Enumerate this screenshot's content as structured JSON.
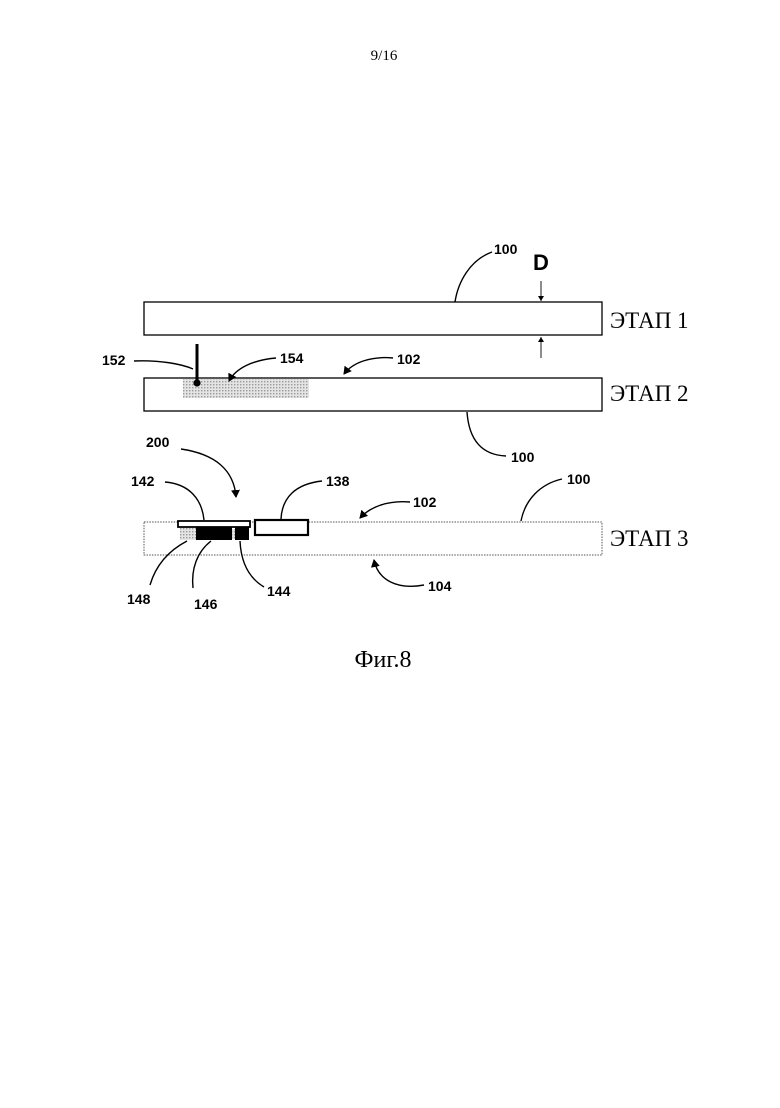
{
  "page_number": "9/16",
  "figure_caption": "Фиг.8",
  "stages": {
    "stage1": "ЭТАП 1",
    "stage2": "ЭТАП 2",
    "stage3": "ЭТАП 3"
  },
  "dimension_label": "D",
  "reference_numerals": {
    "s1_100": "100",
    "s2_152": "152",
    "s2_154": "154",
    "s2_102": "102",
    "s2_100": "100",
    "s3_200": "200",
    "s3_142": "142",
    "s3_138": "138",
    "s3_102": "102",
    "s3_100": "100",
    "s3_148": "148",
    "s3_146": "146",
    "s3_144": "144",
    "s3_104": "104"
  }
}
